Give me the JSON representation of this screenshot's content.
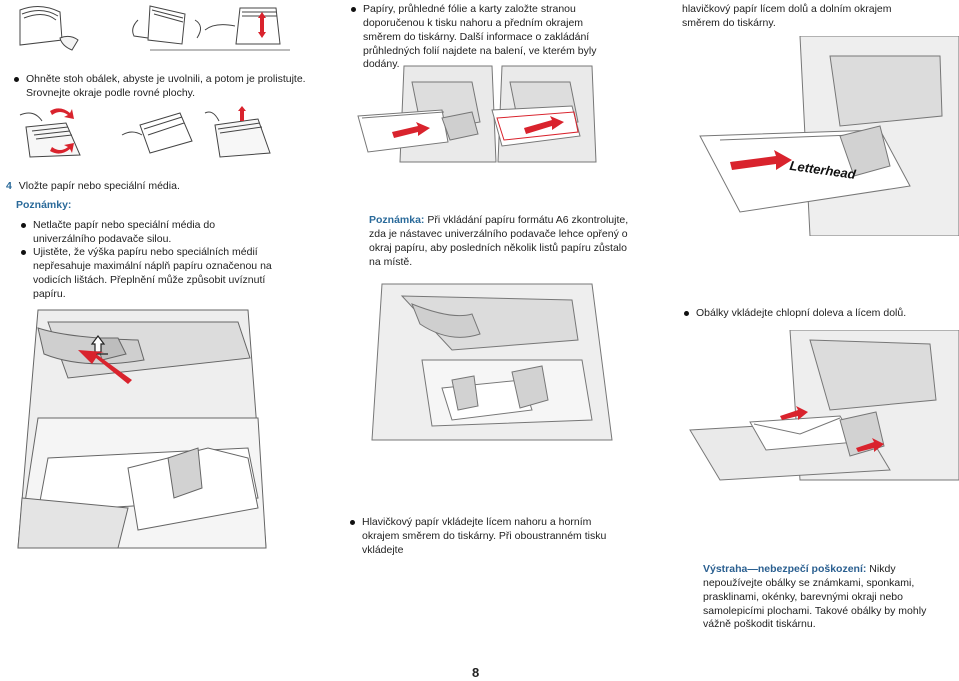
{
  "col2": {
    "bullet_top": "Papíry, průhledné fólie a karty založte stranou doporučenou k tisku nahoru a předním okrajem směrem do tiskárny. Další informace o zakládání průhledných folií najdete na balení, ve kterém byly dodány.",
    "note_label": "Poznámka:",
    "note_text": " Při vkládání papíru formátu A6 zkontrolujte, zda je nástavec univerzálního podavače lehce opřený o okraj papíru, aby posledních několik listů papíru zůstalo na místě.",
    "bullet_letterhead": "Hlavičkový papír vkládejte lícem nahoru a horním okrajem směrem do tiskárny. Při oboustranném tisku vkládejte"
  },
  "col1": {
    "bullet_flex": "Ohněte stoh obálek, abyste je uvolnili, a potom je prolistujte. Srovnejte okraje podle rovné plochy.",
    "step_number": "4",
    "step_text": "Vložte papír nebo speciální média.",
    "notes_label": "Poznámky:",
    "note1": "Netlačte papír nebo speciální média do univerzálního podavače silou.",
    "note2": "Ujistěte, že výška papíru nebo speciálních médií nepřesahuje maximální náplň papíru označenou na vodicích lištách. Přeplnění může způsobit uvíznutí papíru."
  },
  "col3": {
    "text_top": "hlavičkový papír lícem dolů a dolním okrajem směrem do tiskárny.",
    "bullet_envelope": "Obálky vkládejte chlopní doleva a lícem dolů.",
    "warn_label": "Výstraha—nebezpečí poškození:",
    "warn_text": " Nikdy nepoužívejte obálky se známkami, sponkami, prasklinami, okénky, barevnými okraji nebo samolepicími plochami. Takové obálky by mohly vážně poškodit tiskárnu.",
    "letterhead_word": "Letterhead"
  },
  "page_number": "8",
  "colors": {
    "accent": "#2a6a9a",
    "arrow_red": "#d9232d"
  },
  "icons": [
    "paper-stack-flex-illustration",
    "envelope-flex-illustration",
    "printer-tray-illustration",
    "red-arrow-icon",
    "limit-line-icon"
  ]
}
